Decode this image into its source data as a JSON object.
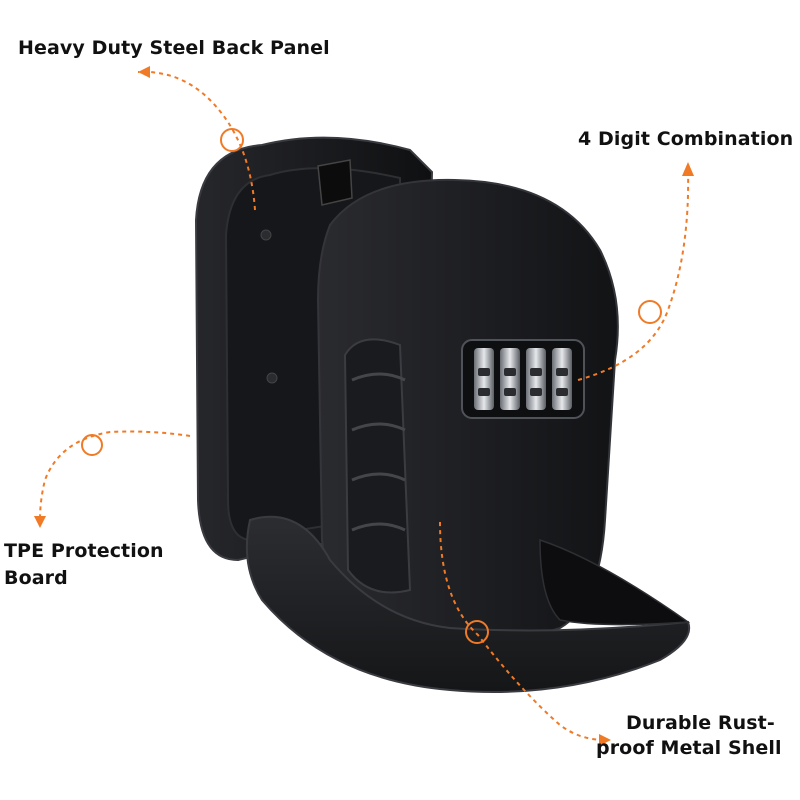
{
  "callouts": {
    "back_panel": "Heavy Duty Steel Back Panel",
    "combination": "4 Digit Combination",
    "tpe_line1": "TPE Protection",
    "tpe_line2": "Board",
    "shell_line1": "Durable Rust-",
    "shell_line2": "proof Metal Shell"
  },
  "colors": {
    "accent": "#f07a26",
    "product_body": "#1c1d20",
    "label_text": "#111111"
  },
  "icons": [
    "arrow-head-icon",
    "circle-marker-icon"
  ]
}
